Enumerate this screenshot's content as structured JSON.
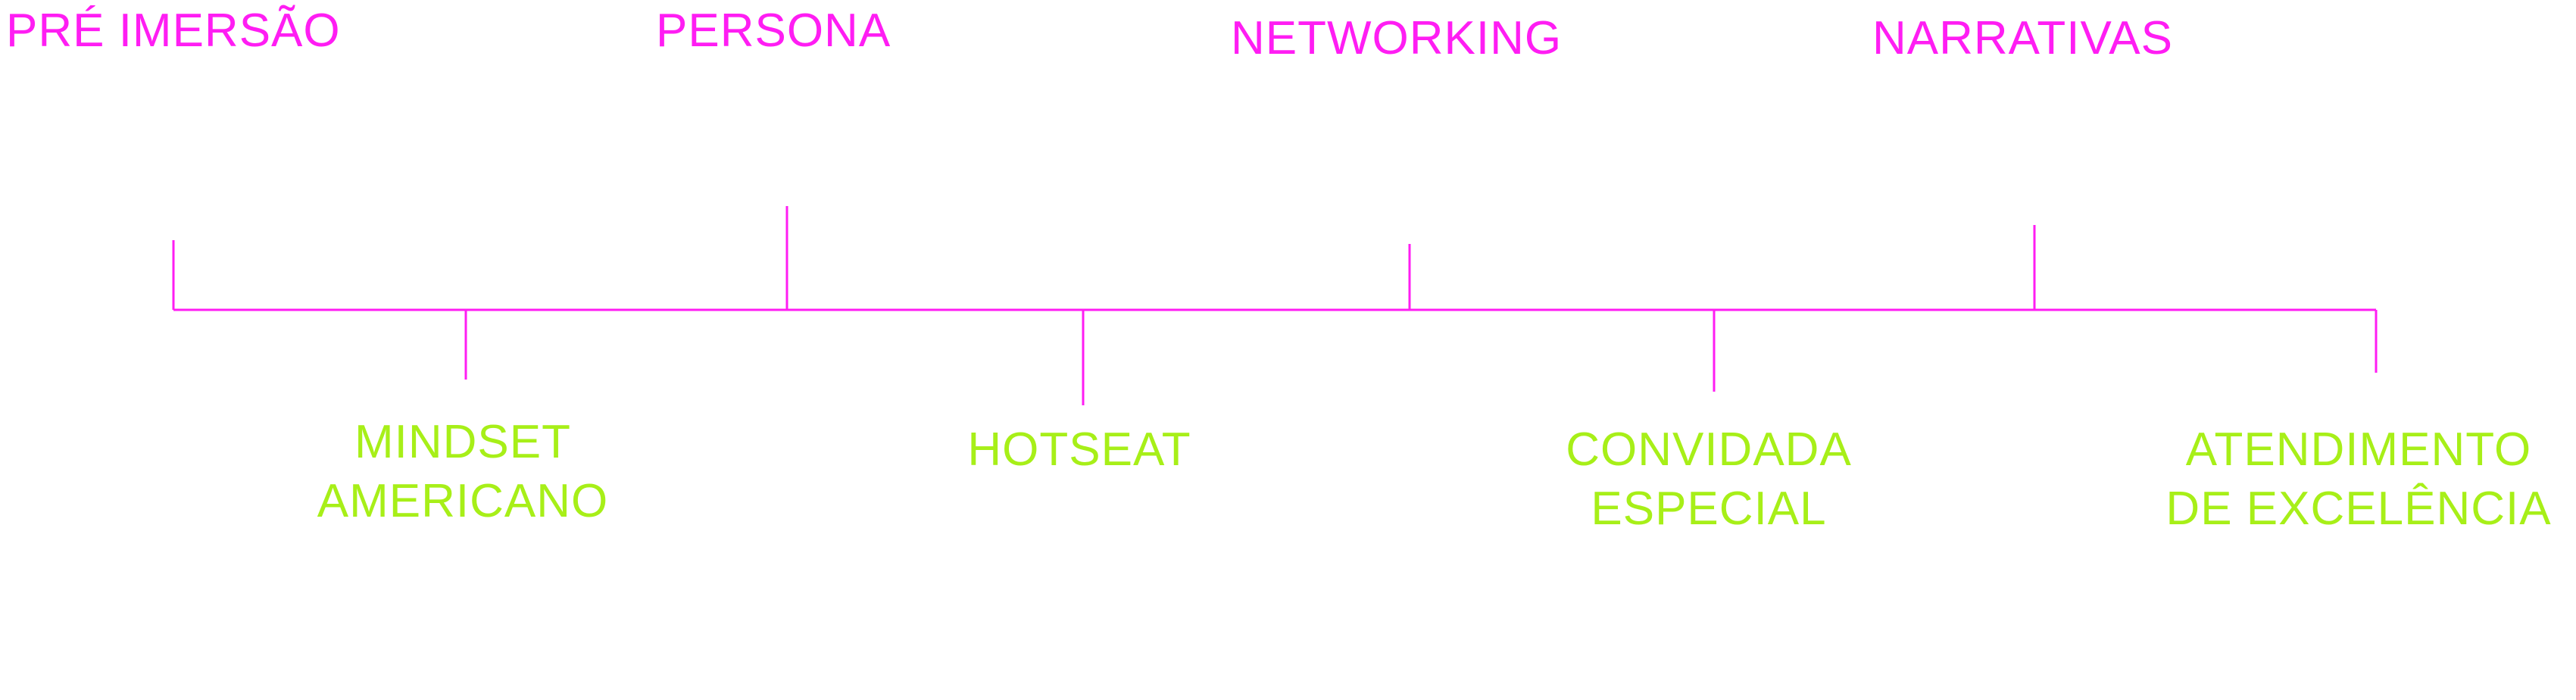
{
  "colors": {
    "line": "#ff1df3",
    "top_text": "#ff1df3",
    "bottom_text": "#a7ef18"
  },
  "timeline": {
    "top_labels": {
      "pre_imersao": "PRÉ IMERSÃO",
      "persona": "PERSONA",
      "networking": "NETWORKING",
      "narrativas": "NARRATIVAS"
    },
    "bottom_labels": {
      "mindset_americano": "MINDSET\nAMERICANO",
      "hotseat": "HOTSEAT",
      "convidada_especial": "CONVIDADA\nESPECIAL",
      "atendimento_excelencia": "ATENDIMENTO\nDE EXCELÊNCIA"
    }
  }
}
